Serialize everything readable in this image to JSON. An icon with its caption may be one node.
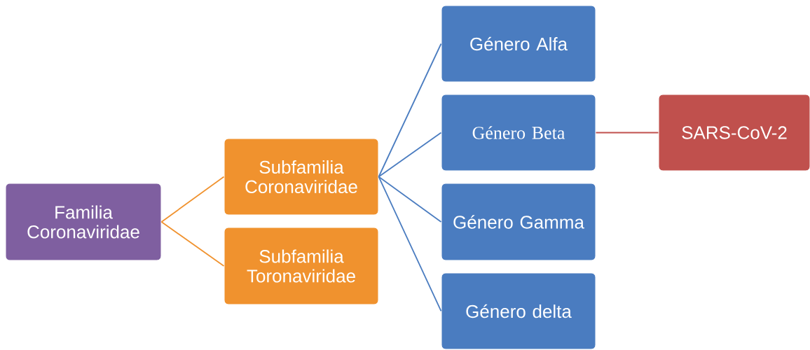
{
  "diagram": {
    "nodes": [
      {
        "text": [
          "Familia Coronaviridae"
        ]
      },
      {
        "text": [
          "Subfamilia Coronaviridae"
        ]
      },
      {
        "text": [
          "Subfamilia Toronaviridae"
        ]
      },
      {
        "text": [
          "Género Alfa"
        ]
      },
      {
        "text": [
          "Género Beta"
        ]
      },
      {
        "text": [
          "Género Gamma"
        ]
      },
      {
        "text": [
          "Género delta"
        ]
      },
      {
        "text": [
          "SARS-CoV-2"
        ]
      }
    ],
    "edges": [
      {
        "from": 0,
        "to": 1,
        "arrow": "none",
        "color": "#f0922e"
      },
      {
        "from": 0,
        "to": 2,
        "arrow": "none",
        "color": "#f0922e"
      },
      {
        "from": 1,
        "to": 3,
        "arrow": "none"
      },
      {
        "from": 1,
        "to": 4,
        "arrow": "none"
      },
      {
        "from": 1,
        "to": 5,
        "arrow": "none"
      },
      {
        "from": 1,
        "to": 6,
        "arrow": "none"
      },
      {
        "from": 4,
        "to": 7,
        "arrow": "none",
        "color": "#c0504d"
      }
    ]
  }
}
